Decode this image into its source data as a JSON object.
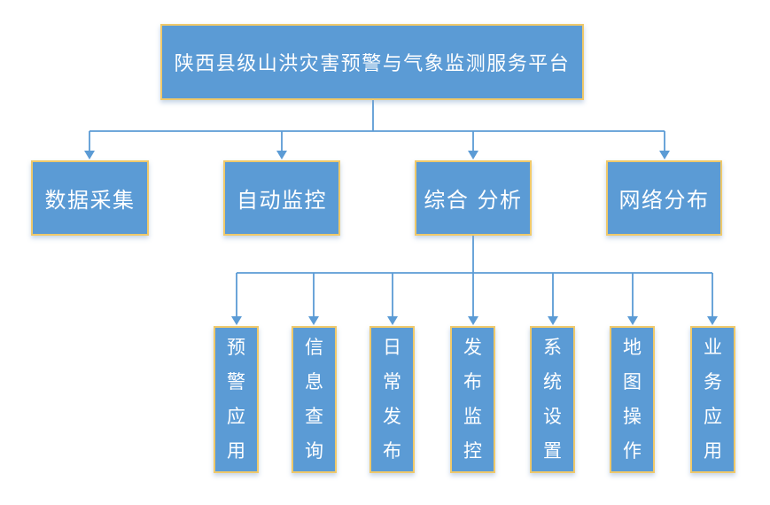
{
  "diagram": {
    "title": "陕西县级山洪灾害预警与气象监测服务平台",
    "type": "org-chart",
    "root": {
      "id": "platform",
      "label": "陕西县级山洪灾害预警与气象监测服务平台"
    },
    "level2": [
      {
        "id": "data-collection",
        "label": "数据采集"
      },
      {
        "id": "auto-monitoring",
        "label": "自动监控"
      },
      {
        "id": "comprehensive-analysis",
        "label": "综合 分析"
      },
      {
        "id": "network-distribution",
        "label": "网络分布"
      }
    ],
    "level3": [
      {
        "id": "warning-application",
        "label": "预警应用"
      },
      {
        "id": "information-query",
        "label": "信息查询"
      },
      {
        "id": "daily-release",
        "label": "日常发布"
      },
      {
        "id": "release-monitoring",
        "label": "发布监控"
      },
      {
        "id": "system-settings",
        "label": "系统设置"
      },
      {
        "id": "map-operation",
        "label": "地图操作"
      },
      {
        "id": "business-application",
        "label": "业务应用"
      }
    ],
    "edges": [
      {
        "from": "platform",
        "to": [
          "data-collection",
          "auto-monitoring",
          "comprehensive-analysis",
          "network-distribution"
        ]
      },
      {
        "from": "comprehensive-analysis",
        "to": [
          "warning-application",
          "information-query",
          "daily-release",
          "release-monitoring",
          "system-settings",
          "map-operation",
          "business-application"
        ]
      }
    ]
  },
  "colors": {
    "background": "#ffffff",
    "box_fill": "#5b9bd5",
    "box_border": "#efc96b",
    "box_text": "#ffffff",
    "connector": "#5b9bd5"
  }
}
